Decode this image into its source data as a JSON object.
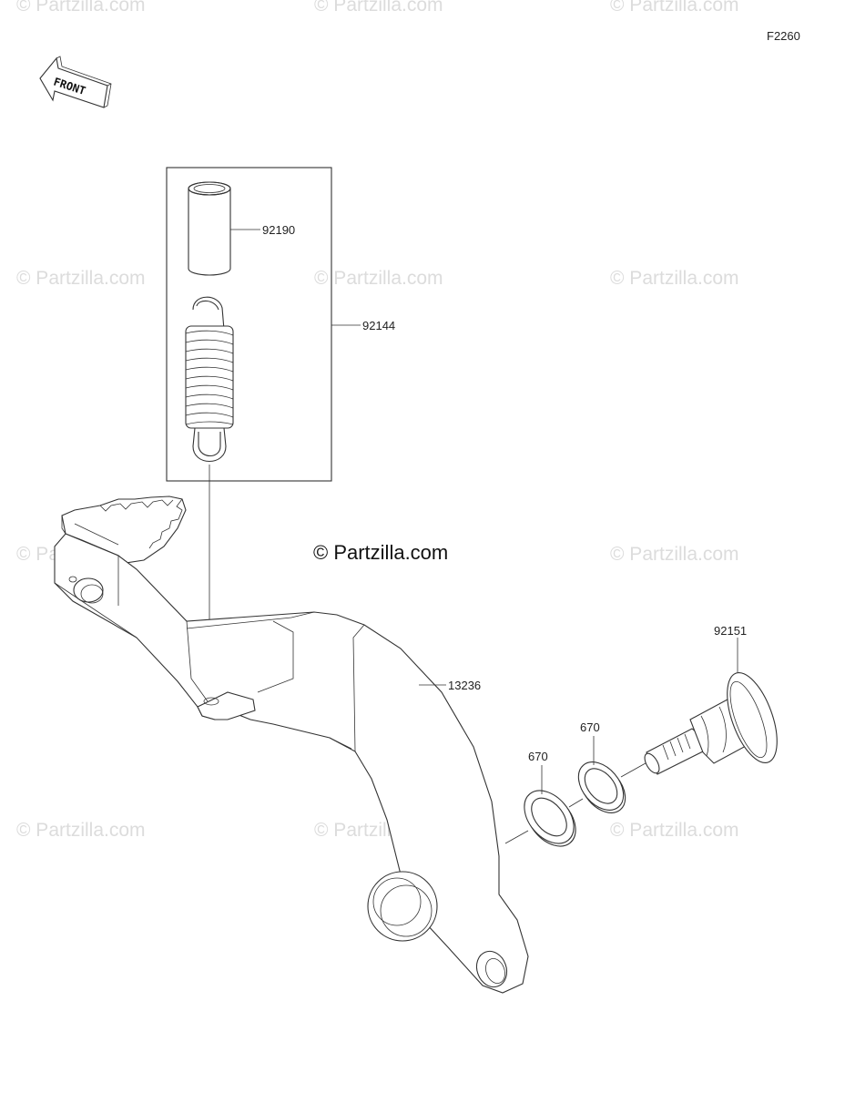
{
  "figure_code": "F2260",
  "front_label": "FRONT",
  "watermark": {
    "main": "© Partzilla.com",
    "tile": "© Partzilla.com"
  },
  "parts": [
    {
      "number": "92190",
      "description_id": "collar"
    },
    {
      "number": "92144",
      "description_id": "spring-assembly"
    },
    {
      "number": "13236",
      "description_id": "brake-pedal"
    },
    {
      "number": "92151",
      "description_id": "bolt"
    },
    {
      "number": "670",
      "description_id": "o-ring-inner"
    },
    {
      "number": "670",
      "description_id": "o-ring-outer"
    }
  ],
  "colors": {
    "line": "#333333",
    "watermark": "#dcdcdc",
    "background": "#ffffff"
  }
}
